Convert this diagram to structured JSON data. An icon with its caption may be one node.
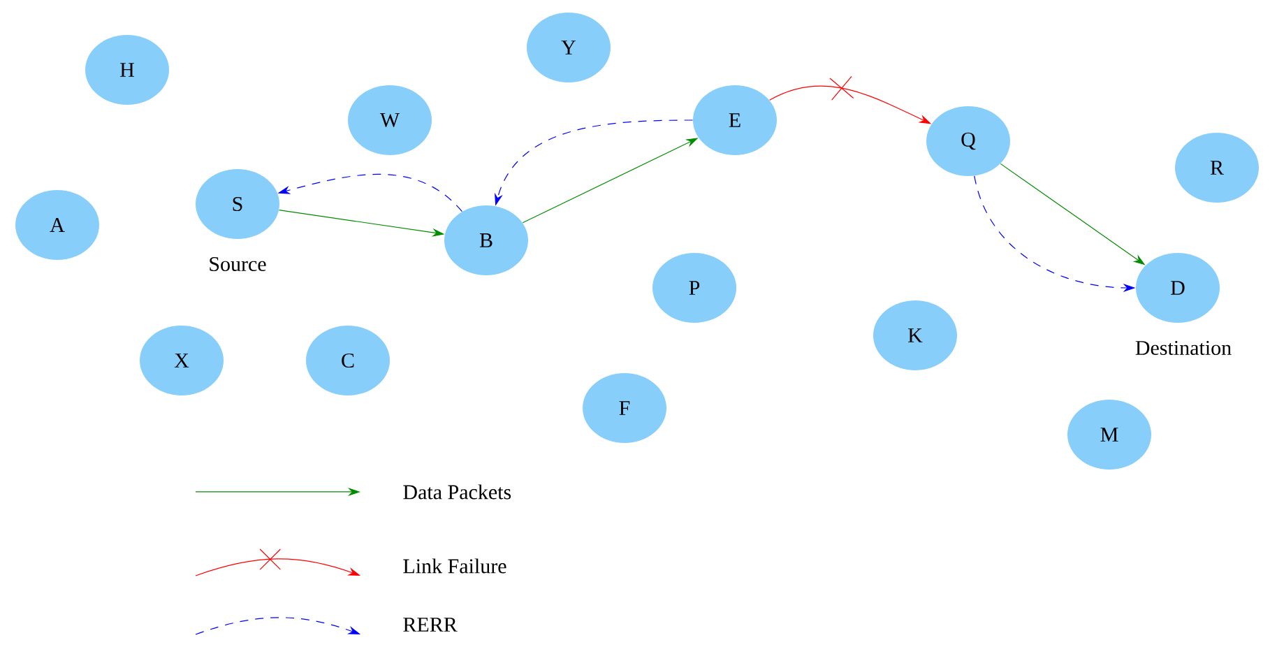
{
  "diagram": {
    "nodes": [
      {
        "text": [
          "Y"
        ]
      },
      {
        "text": [
          "H"
        ]
      },
      {
        "text": [
          "W"
        ]
      },
      {
        "text": [
          "E"
        ]
      },
      {
        "text": [
          "Q"
        ]
      },
      {
        "text": [
          "R"
        ]
      },
      {
        "text": [
          "S"
        ],
        "beside": [
          "Source"
        ]
      },
      {
        "text": [
          "A"
        ]
      },
      {
        "text": [
          "B"
        ]
      },
      {
        "text": [
          "P"
        ]
      },
      {
        "text": [
          "D"
        ],
        "beside": [
          "Destination"
        ]
      },
      {
        "text": [
          "K"
        ]
      },
      {
        "text": [
          "X"
        ]
      },
      {
        "text": [
          "C"
        ]
      },
      {
        "text": [
          "F"
        ]
      },
      {
        "text": [
          "M"
        ]
      }
    ],
    "edges": [
      {
        "from": 6,
        "to": 8,
        "arrow": "to",
        "color": "#008c00"
      },
      {
        "from": 8,
        "to": 3,
        "arrow": "to",
        "color": "#008c00"
      },
      {
        "from": 3,
        "to": 4,
        "arrow": "to",
        "color": "#ff0000"
      },
      {
        "from": 4,
        "to": 10,
        "arrow": "to",
        "color": "#008c00"
      },
      {
        "from": 8,
        "to": 6,
        "arrow": "to",
        "style": "dashed",
        "color": "#0000ff"
      },
      {
        "from": 3,
        "to": 8,
        "arrow": "to",
        "style": "dashed",
        "color": "#0000ff"
      },
      {
        "from": 4,
        "to": 10,
        "arrow": "to",
        "style": "dashed",
        "color": "#0000ff"
      }
    ],
    "legend": [
      {
        "text": "Data Packets"
      },
      {
        "text": "Link Failure"
      },
      {
        "text": "RERR"
      }
    ]
  }
}
